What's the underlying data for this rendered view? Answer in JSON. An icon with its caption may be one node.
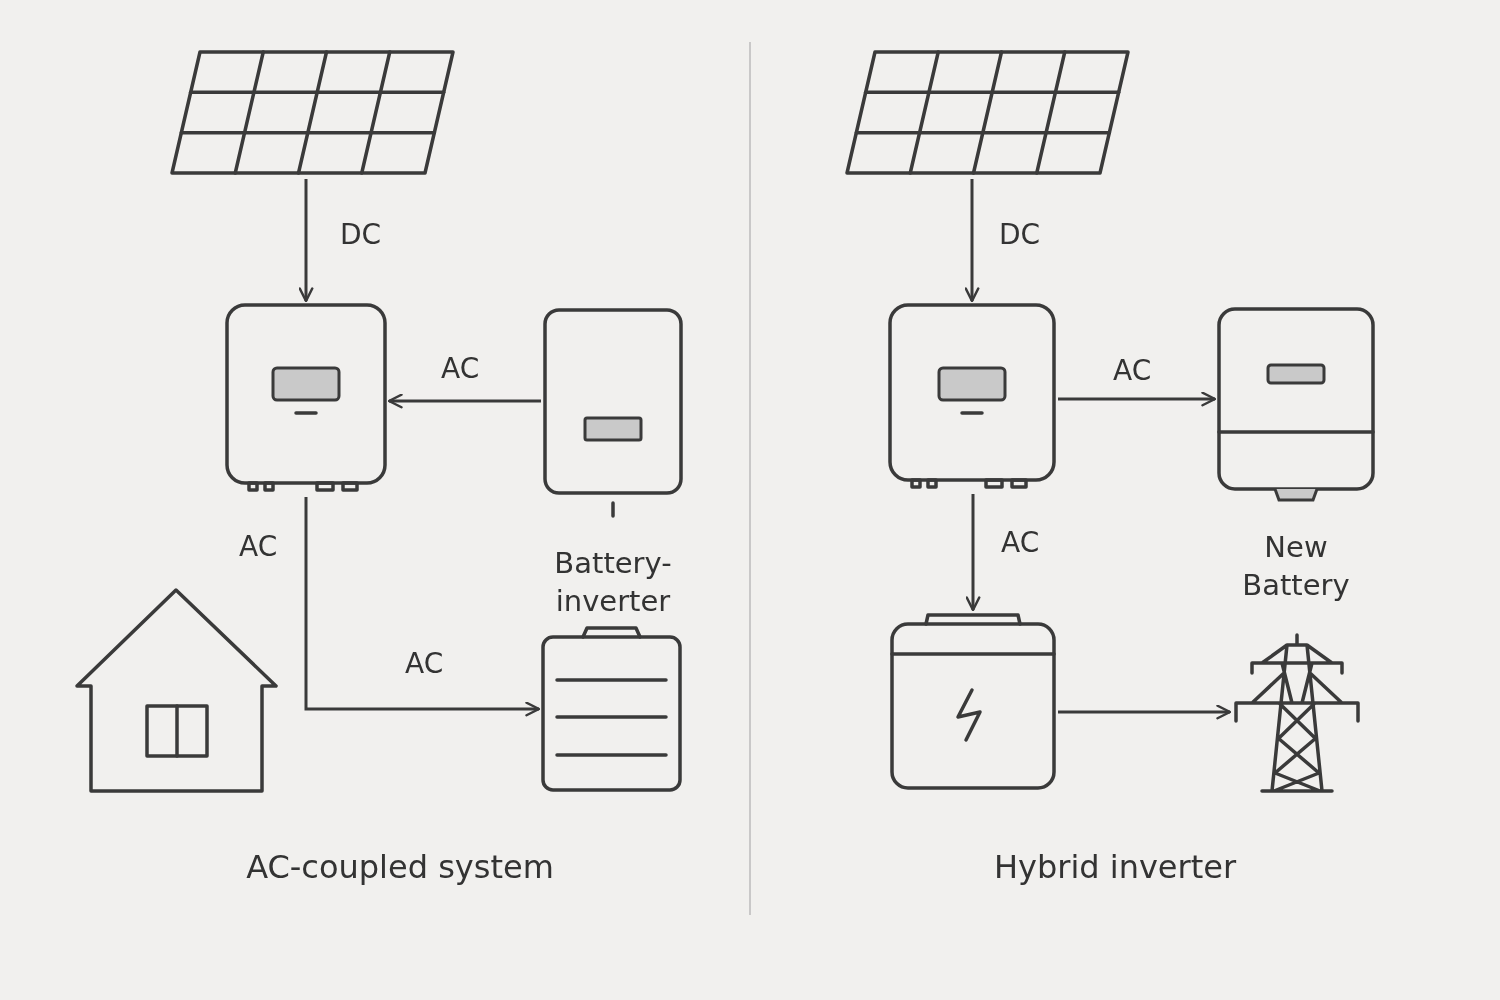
{
  "diagram": {
    "nodes": [
      {
        "text": [],
        "shape": "picture"
      },
      {
        "text": [],
        "shape": "picture"
      },
      {
        "text": [
          "Battery- inverter"
        ]
      },
      {
        "text": [],
        "shape": "picture"
      },
      {
        "text": [],
        "shape": "picture"
      },
      {
        "text": [],
        "shape": "picture"
      },
      {
        "text": [],
        "shape": "picture"
      },
      {
        "text": [
          "New Battery"
        ]
      },
      {
        "text": [],
        "shape": "picture"
      },
      {
        "text": [],
        "shape": "picture"
      }
    ],
    "edges": [
      {
        "from": 0,
        "to": 1,
        "arrow": "to",
        "label": "DC"
      },
      {
        "from": 2,
        "to": 1,
        "arrow": "to",
        "label": "AC"
      },
      {
        "from": 1,
        "to": 4,
        "arrow": "to",
        "label": "AC"
      },
      {
        "from": 5,
        "to": 6,
        "arrow": "to",
        "label": "DC"
      },
      {
        "from": 6,
        "to": 7,
        "arrow": "to",
        "label": "AC"
      },
      {
        "from": 6,
        "to": 8,
        "arrow": "to",
        "label": "AC"
      },
      {
        "from": 8,
        "to": 9,
        "arrow": "to"
      }
    ],
    "labels": [
      "AC",
      "AC-coupled system",
      "Hybrid inverter"
    ]
  }
}
